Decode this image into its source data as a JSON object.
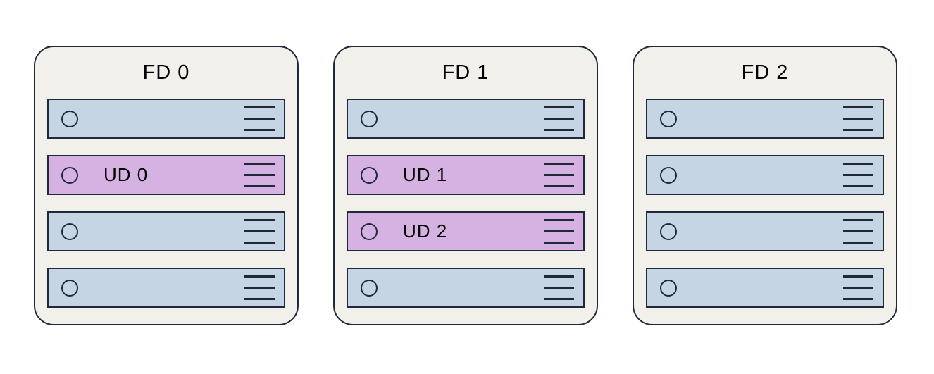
{
  "page": {
    "background": "#ffffff"
  },
  "colors": {
    "panel_background": "#f1f0eb",
    "outline": "#20293b",
    "server_fill": "#c5d5e3",
    "update_domain_fill": "#d5b2e2",
    "text": "#000000"
  },
  "fault_domains": [
    {
      "label": "FD 0",
      "servers": [
        {
          "label": "",
          "highlighted": false
        },
        {
          "label": "UD 0",
          "highlighted": true
        },
        {
          "label": "",
          "highlighted": false
        },
        {
          "label": "",
          "highlighted": false
        }
      ]
    },
    {
      "label": "FD 1",
      "servers": [
        {
          "label": "",
          "highlighted": false
        },
        {
          "label": "UD 1",
          "highlighted": true
        },
        {
          "label": "UD 2",
          "highlighted": true
        },
        {
          "label": "",
          "highlighted": false
        }
      ]
    },
    {
      "label": "FD 2",
      "servers": [
        {
          "label": "",
          "highlighted": false
        },
        {
          "label": "",
          "highlighted": false
        },
        {
          "label": "",
          "highlighted": false
        },
        {
          "label": "",
          "highlighted": false
        }
      ]
    }
  ]
}
